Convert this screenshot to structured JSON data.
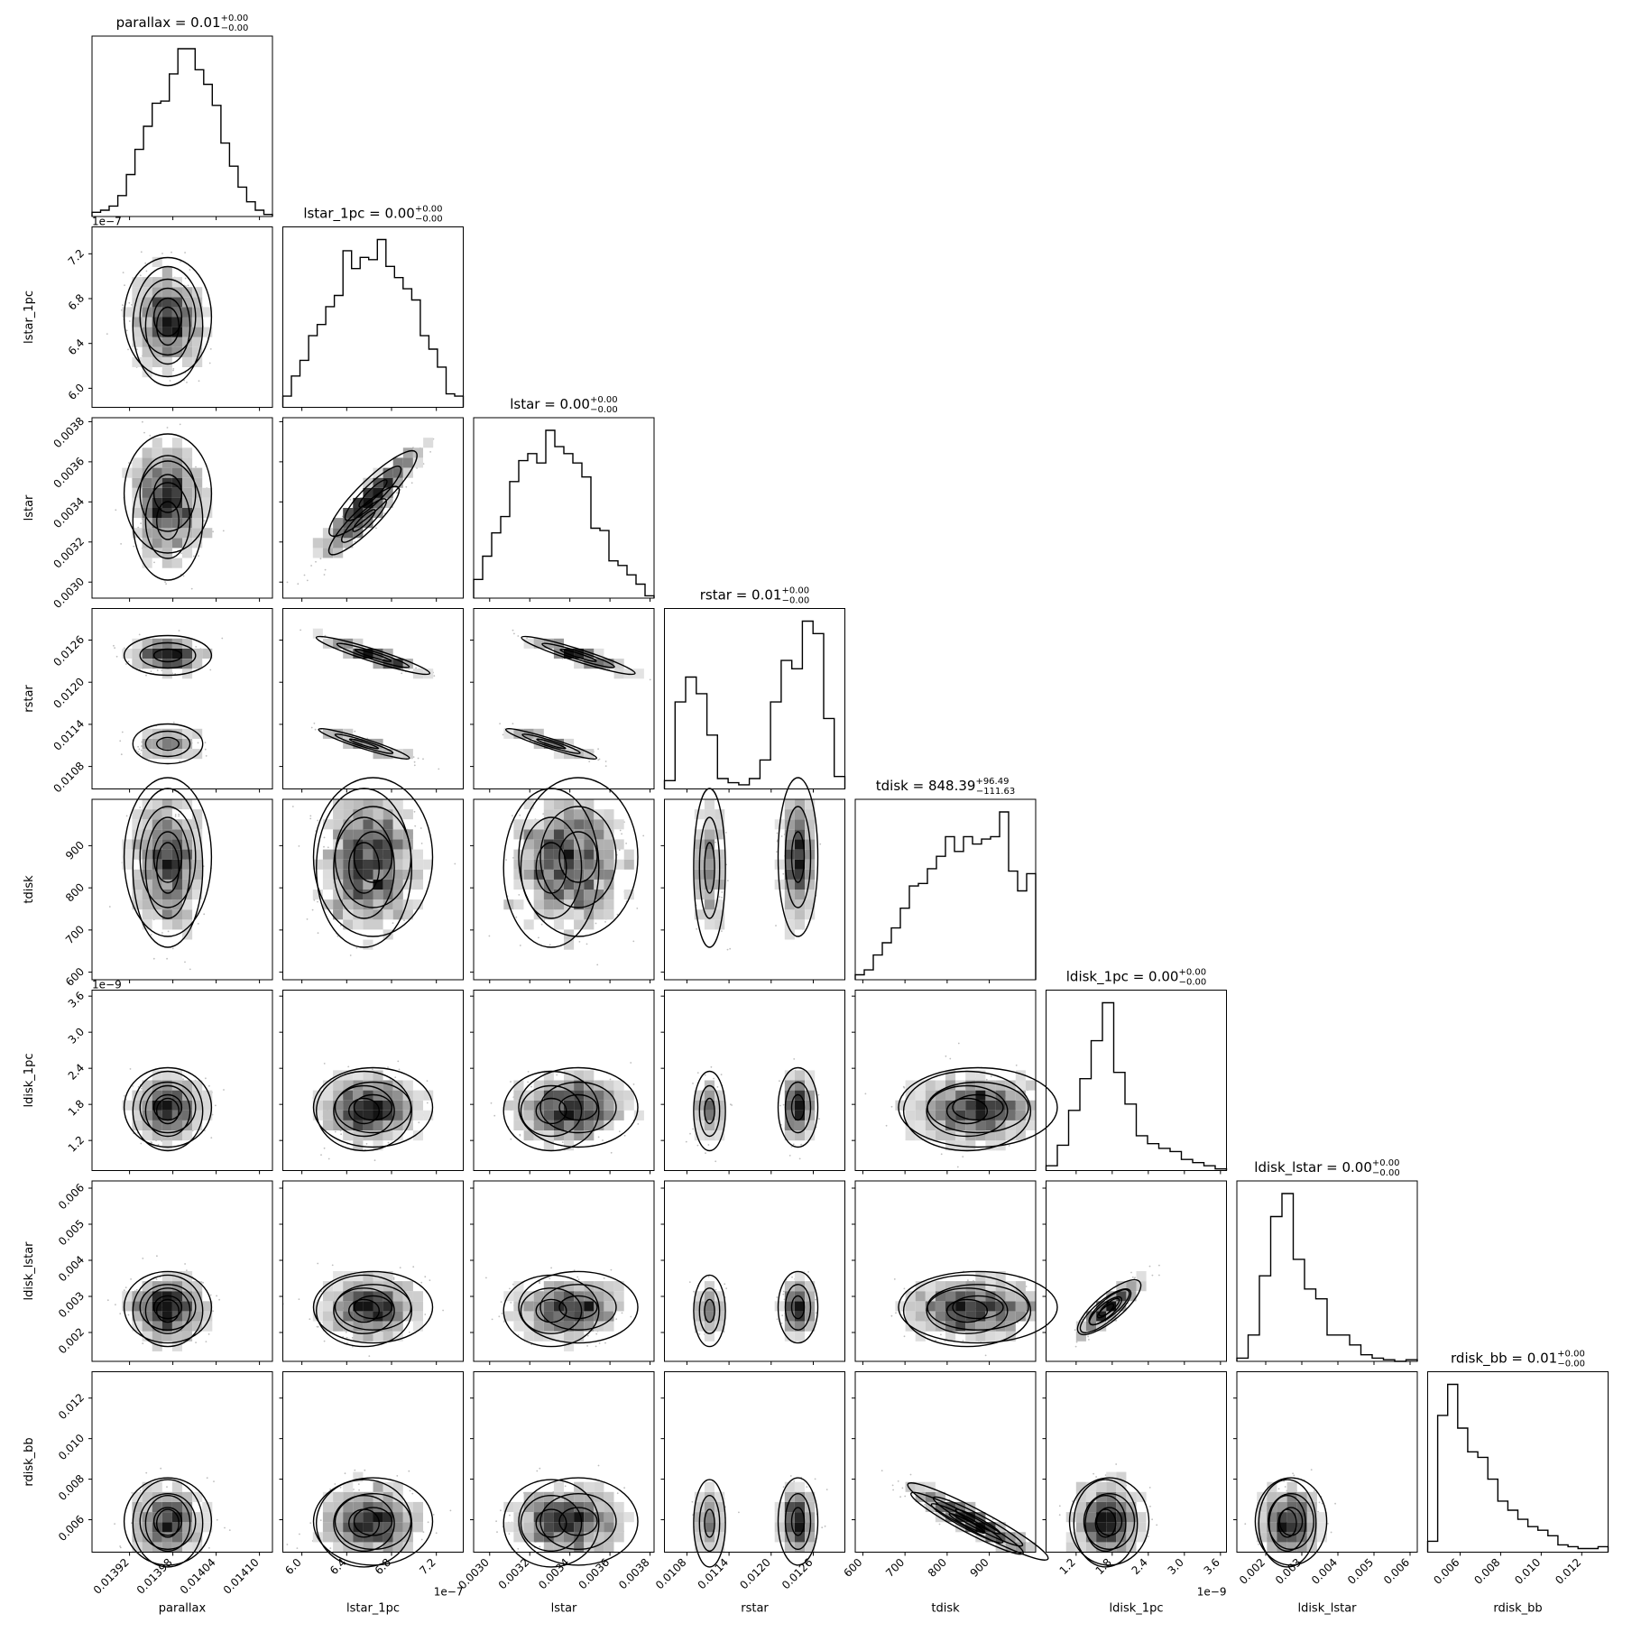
{
  "figure": {
    "type": "corner-plot",
    "params": [
      "parallax",
      "lstar_1pc",
      "lstar",
      "rstar",
      "tdisk",
      "ldisk_1pc",
      "ldisk_lstar",
      "rdisk_bb"
    ]
  },
  "chart_data": {
    "type": "corner",
    "params": [
      {
        "name": "parallax",
        "label": "parallax",
        "range": [
          0.013868,
          0.014118
        ],
        "ticks": [
          0.01392,
          0.01398,
          0.01404,
          0.0141
        ],
        "tick_labels": [
          "0.01392",
          "0.01398",
          "0.01404",
          "0.01410"
        ],
        "offset_label": "",
        "title": "parallax = 0.01",
        "title_plus": "+0.00",
        "title_minus": "−0.00",
        "hist": [
          2,
          3,
          5,
          10,
          20,
          32,
          43,
          54,
          55,
          68,
          80,
          80,
          70,
          63,
          53,
          35,
          24,
          14,
          7,
          3,
          1
        ]
      },
      {
        "name": "lstar_1pc",
        "label": "lstar_1pc",
        "range": [
          5.83,
          7.44
        ],
        "ticks": [
          6.0,
          6.4,
          6.8,
          7.2
        ],
        "tick_labels": [
          "6.0",
          "6.4",
          "6.8",
          "7.2"
        ],
        "offset_label": "1e−7",
        "title": "lstar_1pc = 0.00",
        "title_plus": "+0.00",
        "title_minus": "−0.00",
        "hist": [
          5,
          14,
          21,
          32,
          37,
          45,
          50,
          70,
          62,
          67,
          66,
          75,
          63,
          58,
          53,
          48,
          32,
          26,
          18,
          6,
          5
        ]
      },
      {
        "name": "lstar",
        "label": "lstar",
        "range": [
          0.00292,
          0.00382
        ],
        "ticks": [
          0.003,
          0.0032,
          0.0034,
          0.0036,
          0.0038
        ],
        "tick_labels": [
          "0.0030",
          "0.0032",
          "0.0034",
          "0.0036",
          "0.0038"
        ],
        "offset_label": "",
        "title": "lstar = 0.00",
        "title_plus": "+0.00",
        "title_minus": "−0.00",
        "hist": [
          8,
          18,
          28,
          35,
          50,
          59,
          62,
          58,
          72,
          65,
          62,
          58,
          52,
          30,
          29,
          16,
          14,
          10,
          6,
          1
        ]
      },
      {
        "name": "rstar",
        "label": "rstar",
        "range": [
          0.01048,
          0.01305
        ],
        "ticks": [
          0.0108,
          0.0114,
          0.012,
          0.0126
        ],
        "tick_labels": [
          "0.0108",
          "0.0114",
          "0.0120",
          "0.0126"
        ],
        "offset_label": "",
        "title": "rstar = 0.01",
        "title_plus": "+0.00",
        "title_minus": "−0.00",
        "hist": [
          4,
          42,
          54,
          46,
          26,
          5,
          3,
          2,
          5,
          14,
          42,
          62,
          58,
          81,
          75,
          34,
          6
        ]
      },
      {
        "name": "tdisk",
        "label": "tdisk",
        "range": [
          582,
          1010
        ],
        "ticks": [
          600,
          700,
          800,
          900
        ],
        "tick_labels": [
          "600",
          "700",
          "800",
          "900"
        ],
        "offset_label": "",
        "title": "tdisk = 848.39",
        "title_plus": "+96.49",
        "title_minus": "−111.63",
        "hist": [
          2,
          4,
          10,
          15,
          21,
          29,
          38,
          39,
          45,
          50,
          58,
          52,
          58,
          55,
          57,
          58,
          68,
          44,
          36,
          43
        ]
      },
      {
        "name": "ldisk_1pc",
        "label": "ldisk_1pc",
        "range": [
          0.7,
          3.7
        ],
        "ticks": [
          1.2,
          1.8,
          2.4,
          3.0,
          3.6
        ],
        "tick_labels": [
          "1.2",
          "1.8",
          "2.4",
          "3.0",
          "3.6"
        ],
        "offset_label": "1e−9",
        "title": "ldisk_1pc = 0.00",
        "title_plus": "+0.00",
        "title_minus": "−0.00",
        "hist": [
          3,
          16,
          38,
          58,
          82,
          106,
          62,
          42,
          22,
          17,
          14,
          12,
          7,
          5,
          3,
          1
        ]
      },
      {
        "name": "ldisk_lstar",
        "label": "ldisk_lstar",
        "range": [
          0.0012,
          0.0062
        ],
        "ticks": [
          0.002,
          0.003,
          0.004,
          0.005,
          0.006
        ],
        "tick_labels": [
          "0.002",
          "0.003",
          "0.004",
          "0.005",
          "0.006"
        ],
        "offset_label": "",
        "title": "ldisk_lstar = 0.00",
        "title_plus": "+0.00",
        "title_minus": "−0.00",
        "hist": [
          2,
          16,
          52,
          88,
          102,
          62,
          44,
          38,
          16,
          16,
          10,
          4,
          2,
          1,
          0,
          1
        ]
      },
      {
        "name": "rdisk_bb",
        "label": "rdisk_bb",
        "range": [
          0.0044,
          0.0133
        ],
        "ticks": [
          0.006,
          0.008,
          0.01,
          0.012
        ],
        "tick_labels": [
          "0.006",
          "0.008",
          "0.010",
          "0.012"
        ],
        "offset_label": "",
        "title": "rdisk_bb = 0.01",
        "title_plus": "+0.00",
        "title_minus": "−0.00",
        "hist": [
          6,
          75,
          92,
          68,
          55,
          52,
          40,
          28,
          23,
          18,
          14,
          12,
          9,
          4,
          3,
          2,
          2,
          3
        ]
      }
    ]
  }
}
